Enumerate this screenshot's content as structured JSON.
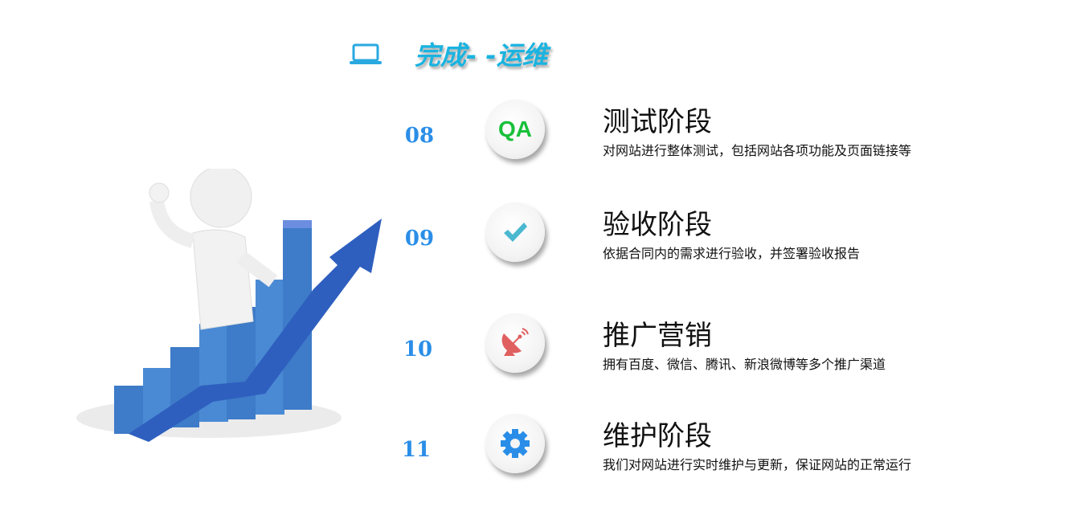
{
  "header": {
    "title": "完成- -运维",
    "icon": "laptop-icon"
  },
  "colors": {
    "accent": "#1ab3e0",
    "number": "#2a8ee8",
    "qa": "#18c03a",
    "check": "#4ab8d0",
    "satellite": "#e06060",
    "gear": "#2a8ee8"
  },
  "steps": [
    {
      "number": "08",
      "icon": "qa",
      "icon_text": "QA",
      "title": "测试阶段",
      "desc": "对网站进行整体测试，包括网站各项功能及页面链接等"
    },
    {
      "number": "09",
      "icon": "check-icon",
      "title": "验收阶段",
      "desc": "依据合同内的需求进行验收，并签署验收报告"
    },
    {
      "number": "10",
      "icon": "satellite-dish-icon",
      "title": "推广营销",
      "desc": "拥有百度、微信、腾讯、新浪微博等多个推广渠道"
    },
    {
      "number": "11",
      "icon": "gear-icon",
      "title": "维护阶段",
      "desc": "我们对网站进行实时维护与更新，保证网站的正常运行"
    }
  ]
}
